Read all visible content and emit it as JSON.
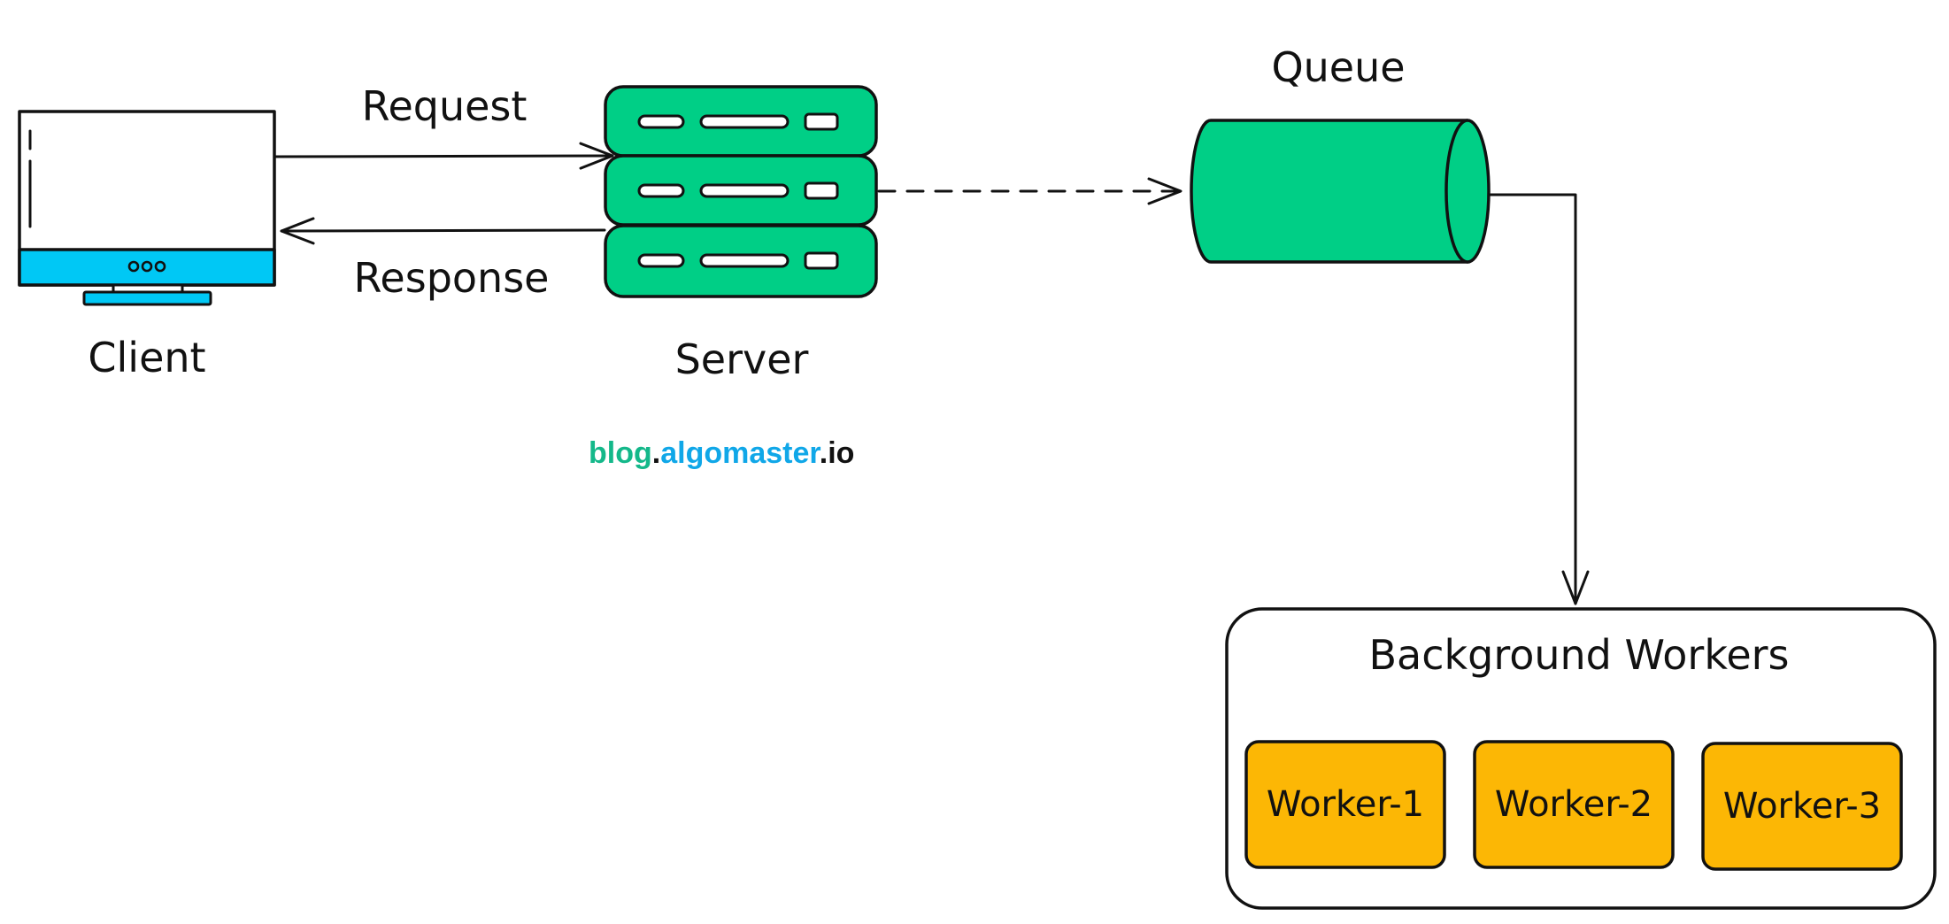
{
  "colors": {
    "server_green": "#00CF86",
    "queue_green": "#00CF86",
    "monitor_blue": "#00C8F5",
    "worker_orange": "#FCB705",
    "brand_green": "#14B88A",
    "brand_blue": "#10A7E8",
    "ink": "#111111"
  },
  "nodes": {
    "client": {
      "label": "Client",
      "icon": "monitor-icon"
    },
    "server": {
      "label": "Server",
      "icon": "server-rack-icon"
    },
    "queue": {
      "label": "Queue",
      "icon": "cylinder-queue-icon"
    },
    "workers": {
      "title": "Background Workers",
      "items": [
        "Worker-1",
        "Worker-2",
        "Worker-3"
      ]
    }
  },
  "edges": {
    "request": {
      "label": "Request"
    },
    "response": {
      "label": "Response"
    }
  },
  "brand": {
    "part1": "blog",
    "dot1": ".",
    "part2": "algomaster",
    "dot2": ".",
    "part3": "io"
  }
}
